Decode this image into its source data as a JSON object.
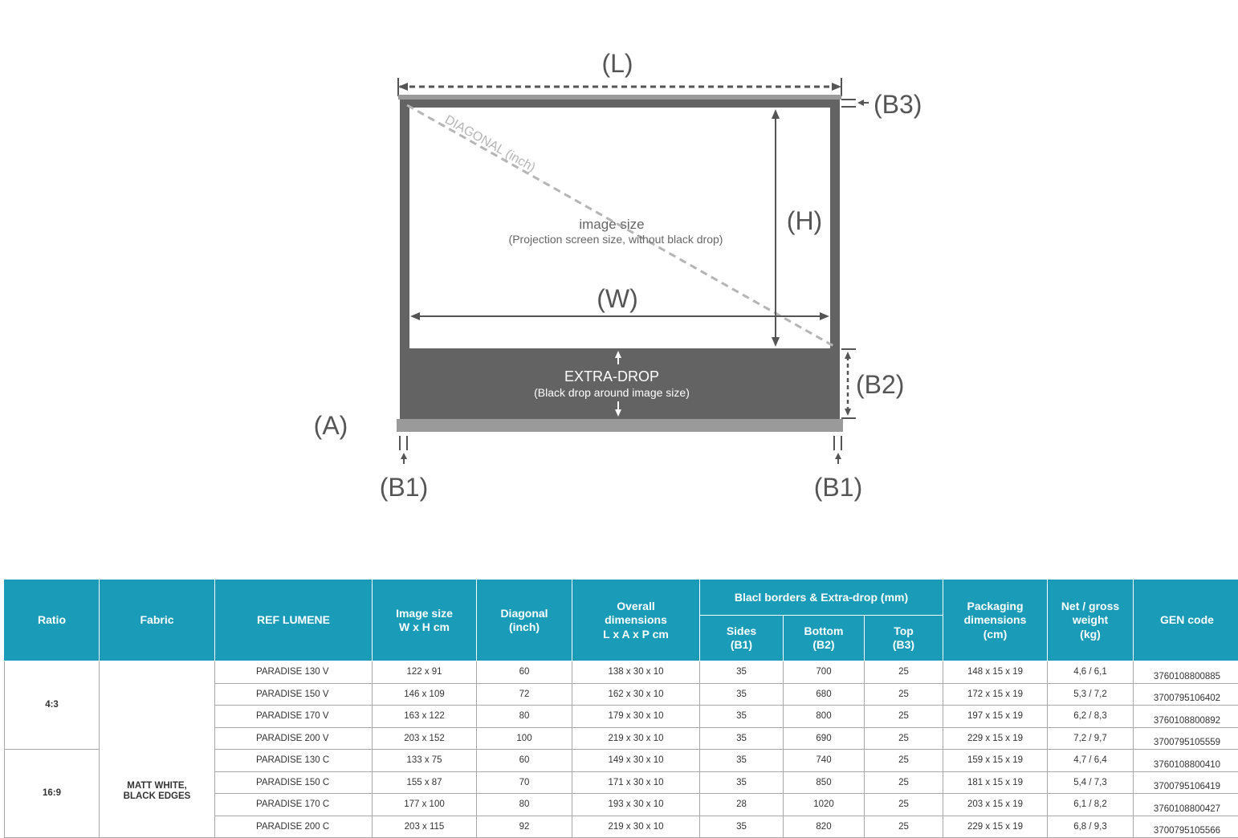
{
  "diagram": {
    "label_L": "(L)",
    "label_H": "(H)",
    "label_W": "(W)",
    "label_A": "(A)",
    "label_B1": "(B1)",
    "label_B2": "(B2)",
    "label_B3": "(B3)",
    "diagonal": "DIAGONAL (inch)",
    "image_size_title": "image size",
    "image_size_sub": "(Projection screen size, without black drop)",
    "extra_drop_title": "EXTRA-DROP",
    "extra_drop_sub": "(Black drop around image size)",
    "colors": {
      "frame": "#636363",
      "bar": "#9a9a9a",
      "diagonal": "#b5b5b5",
      "arrows": "#555555"
    }
  },
  "table": {
    "colors": {
      "header_bg": "#1a9cb8",
      "header_text": "#ffffff",
      "grid": "#a8a8a8"
    },
    "headers": {
      "ratio": "Ratio",
      "fabric": "Fabric",
      "ref": "REF LUMENE",
      "image_size": [
        "Image size",
        "W x H cm"
      ],
      "diagonal": [
        "Diagonal",
        "(inch)"
      ],
      "overall": [
        "Overall",
        "dimensions",
        "L x A x P cm"
      ],
      "borders_group": "Blacl borders & Extra-drop (mm)",
      "sides": [
        "Sides",
        "(B1)"
      ],
      "bottom": [
        "Bottom",
        "(B2)"
      ],
      "top": [
        "Top",
        "(B3)"
      ],
      "packaging": [
        "Packaging",
        "dimensions",
        "(cm)"
      ],
      "weight": [
        "Net / gross",
        "weight",
        "(kg)"
      ],
      "gen": "GEN code"
    },
    "fabric": [
      "MATT WHITE,",
      "BLACK EDGES"
    ],
    "groups": [
      {
        "ratio": "4:3",
        "rows": [
          [
            "PARADISE 130 V",
            "122 x 91",
            "60",
            "138 x 30 x 10",
            "35",
            "700",
            "25",
            "148 x 15 x 19",
            "4,6 / 6,1",
            "3760108800885"
          ],
          [
            "PARADISE 150 V",
            "146 x 109",
            "72",
            "162 x 30 x 10",
            "35",
            "680",
            "25",
            "172 x 15 x 19",
            "5,3 / 7,2",
            "3700795106402"
          ],
          [
            "PARADISE 170 V",
            "163 x 122",
            "80",
            "179 x 30 x 10",
            "35",
            "800",
            "25",
            "197 x 15 x 19",
            "6,2 / 8,3",
            "3760108800892"
          ],
          [
            "PARADISE 200 V",
            "203 x 152",
            "100",
            "219 x 30 x 10",
            "35",
            "690",
            "25",
            "229 x 15 x 19",
            "7,2 / 9,7",
            "3700795105559"
          ]
        ]
      },
      {
        "ratio": "16:9",
        "rows": [
          [
            "PARADISE 130 C",
            "133 x 75",
            "60",
            "149 x 30 x 10",
            "35",
            "740",
            "25",
            "159 x 15 x 19",
            "4,7 / 6,4",
            "3760108800410"
          ],
          [
            "PARADISE 150 C",
            "155 x 87",
            "70",
            "171 x 30 x 10",
            "35",
            "850",
            "25",
            "181 x 15 x 19",
            "5,4 / 7,3",
            "3700795106419"
          ],
          [
            "PARADISE 170 C",
            "177 x 100",
            "80",
            "193 x 30 x 10",
            "28",
            "1020",
            "25",
            "203 x 15 x 19",
            "6,1 / 8,2",
            "3760108800427"
          ],
          [
            "PARADISE 200 C",
            "203 x 115",
            "92",
            "219 x 30 x 10",
            "35",
            "820",
            "25",
            "229 x 15 x 19",
            "6,8 / 9,3",
            "3700795105566"
          ]
        ]
      }
    ]
  }
}
